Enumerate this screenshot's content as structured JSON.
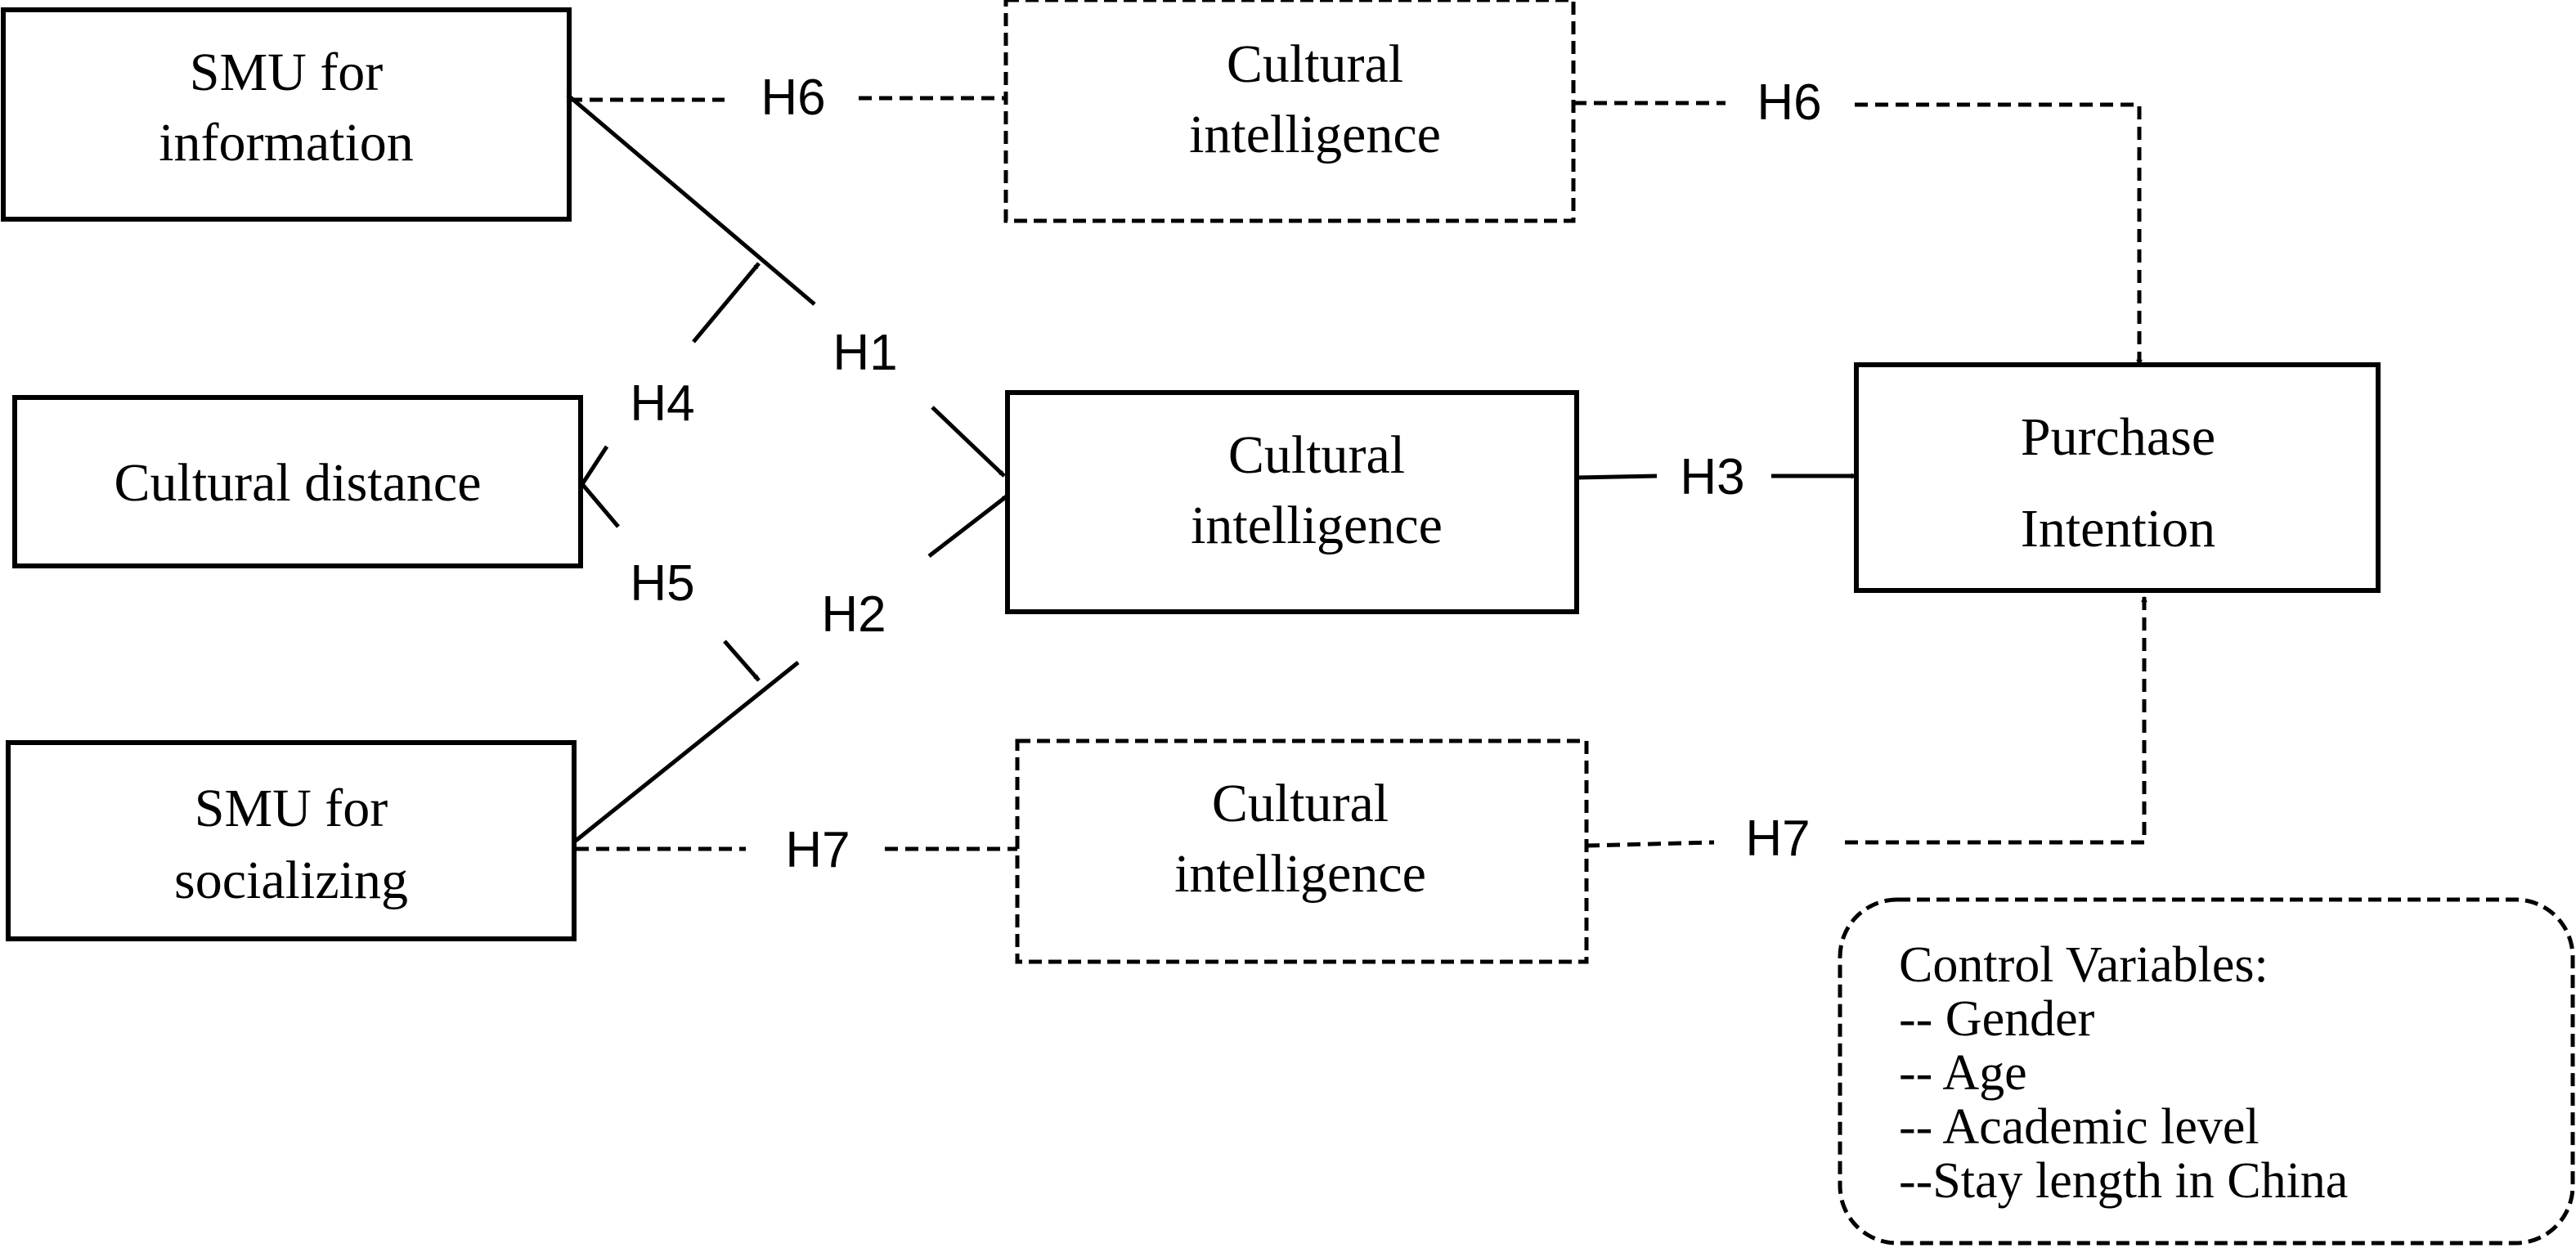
{
  "nodes": {
    "smu_information": {
      "line1": "SMU for",
      "line2": "information"
    },
    "cultural_distance": {
      "label": "Cultural distance"
    },
    "smu_socializing": {
      "line1": "SMU for",
      "line2": "socializing"
    },
    "ci_top": {
      "line1": "Cultural",
      "line2": "intelligence"
    },
    "ci_middle": {
      "line1": "Cultural",
      "line2": "intelligence"
    },
    "ci_bottom": {
      "line1": "Cultural",
      "line2": "intelligence"
    },
    "purchase_intention": {
      "line1": "Purchase",
      "line2": "Intention"
    }
  },
  "hypotheses": {
    "h1": "H1",
    "h2": "H2",
    "h3": "H3",
    "h4": "H4",
    "h5": "H5",
    "h6_left": "H6",
    "h6_right": "H6",
    "h7_left": "H7",
    "h7_right": "H7"
  },
  "control_variables": {
    "title": "Control Variables:",
    "items": [
      "-- Gender",
      "-- Age",
      "-- Academic level",
      "--Stay length in China"
    ]
  }
}
